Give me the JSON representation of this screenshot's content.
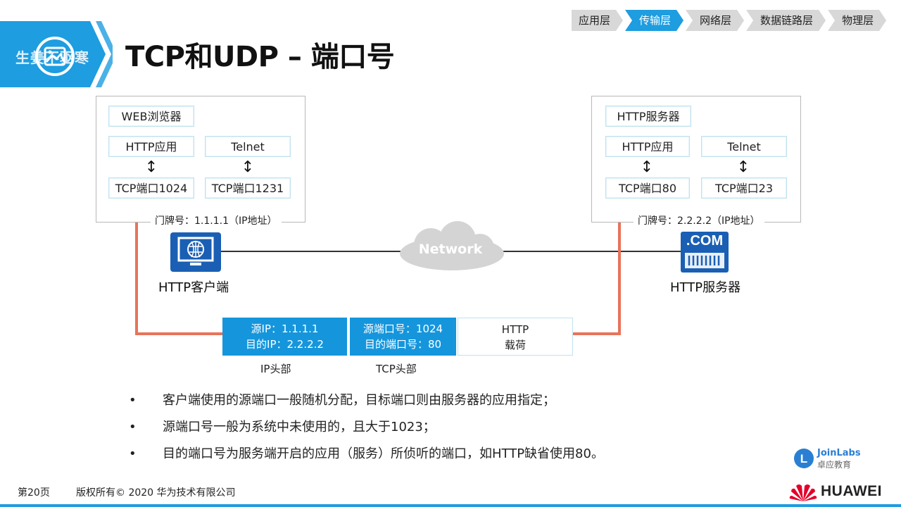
{
  "banner": {
    "watermark": "生姜不驱寒"
  },
  "title": "TCP和UDP – 端口号",
  "layers": [
    "应用层",
    "传输层",
    "网络层",
    "数据链路层",
    "物理层"
  ],
  "active_layer_index": 1,
  "client": {
    "app": "WEB浏览器",
    "http_app": "HTTP应用",
    "telnet": "Telnet",
    "tcp_port_http": "TCP端口1024",
    "tcp_port_telnet": "TCP端口1231",
    "address": "门牌号：1.1.1.1（IP地址）",
    "label": "HTTP客户端"
  },
  "server": {
    "app": "HTTP服务器",
    "http_app": "HTTP应用",
    "telnet": "Telnet",
    "tcp_port_http": "TCP端口80",
    "tcp_port_telnet": "TCP端口23",
    "address": "门牌号：2.2.2.2（IP地址）",
    "label": "HTTP服务器",
    "logo_text": ".COM"
  },
  "network_label": "Network",
  "packet": {
    "ip_src": "源IP：1.1.1.1",
    "ip_dst": "目的IP：2.2.2.2",
    "port_src": "源端口号：1024",
    "port_dst": "目的端口号：80",
    "payload_line1": "HTTP",
    "payload_line2": "载荷",
    "ip_header_label": "IP头部",
    "tcp_header_label": "TCP头部"
  },
  "bullets": [
    "客户端使用的源端口一般随机分配，目标端口则由服务器的应用指定；",
    "源端口号一般为系统中未使用的，且大于1023；",
    "目的端口号为服务端开启的应用（服务）所侦听的端口，如HTTP缺省使用80。"
  ],
  "bullet_symbol": "•",
  "footer": {
    "page": "第20页",
    "copyright": "版权所有© 2020 华为技术有限公司"
  },
  "brand": {
    "huawei": "HUAWEI",
    "joinlabs_en": "JoinLabs",
    "joinlabs_cn": "卓应教育"
  },
  "colors": {
    "accent": "#1e9de0",
    "packet_blue": "#1596dc",
    "flow_arrow": "#e8735a",
    "cloud": "#d4d4d4",
    "device_blue": "#1a5fb4"
  }
}
